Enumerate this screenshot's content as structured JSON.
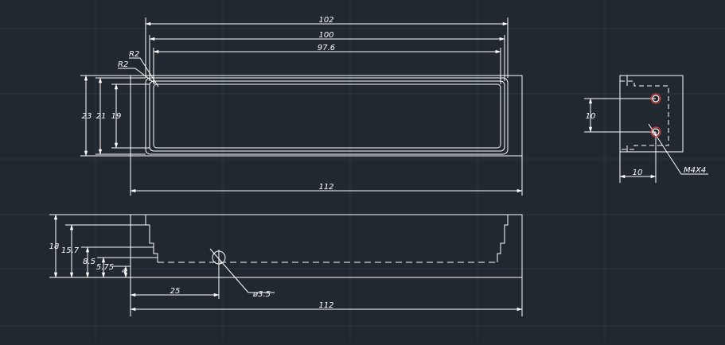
{
  "colors": {
    "background": "#212830",
    "grid": "#2b3540",
    "line": "#ffffff",
    "dim": "#ffffff",
    "hole": "#e23b3b"
  },
  "dimensions": {
    "top_overall": "102",
    "top_inner_100": "100",
    "top_inner_97_6": "97.6",
    "top_radius_outer": "R2",
    "top_radius_inner": "R2",
    "top_height_23": "23",
    "top_height_21": "21",
    "top_height_19": "19",
    "top_length_112": "112",
    "front_height_18": "18",
    "front_height_15_7": "15.7",
    "front_height_8_5": "8.5",
    "front_height_5_75": "5.75",
    "front_height_4": "4",
    "front_hole_offset_25": "25",
    "front_hole_diameter": "ø3.5",
    "front_length_112": "112",
    "side_spacing_10": "10",
    "side_width_10": "10",
    "side_thread": "M4X4"
  }
}
